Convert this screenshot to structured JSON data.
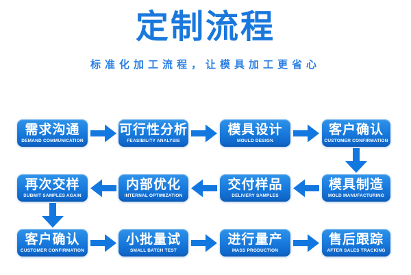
{
  "header": {
    "title": "定制流程",
    "subtitle": "标准化加工流程，让模具加工更省心"
  },
  "colors": {
    "accent": "#1a78dd",
    "subtitle": "#2b80e3",
    "box_gradient_top": "#2f93e9",
    "box_gradient_mid": "#1778dc",
    "box_gradient_bottom": "#0d61c2",
    "arrow": "#1377e0",
    "box_text": "#ffffff",
    "background": "#ffffff"
  },
  "icons": {
    "right_arrow": "block-arrow-right",
    "left_arrow": "block-arrow-left",
    "down_arrow": "block-arrow-down"
  },
  "flow": {
    "rows": [
      {
        "direction": "right",
        "steps": [
          {
            "zh": "需求沟通",
            "en": "DEMAND COMMUNICATION"
          },
          {
            "zh": "可行性分析",
            "en": "FEASIBILITY ANALYSIS"
          },
          {
            "zh": "模具设计",
            "en": "MOULD DESIGN"
          },
          {
            "zh": "客户确认",
            "en": "CUSTOMER CONFIRMATION"
          }
        ]
      },
      {
        "direction": "left",
        "steps": [
          {
            "zh": "再次交样",
            "en": "SUBMIT SAMPLES AGAIN"
          },
          {
            "zh": "内部优化",
            "en": "INTERNAL OPTIMIZATION"
          },
          {
            "zh": "交付样品",
            "en": "DELIVERY SAMPLES"
          },
          {
            "zh": "模具制造",
            "en": "MOLD MANUFACTURING"
          }
        ]
      },
      {
        "direction": "right",
        "steps": [
          {
            "zh": "客户确认",
            "en": "CUSTOMER CONFIRMATION"
          },
          {
            "zh": "小批量试",
            "en": "SMALL BATCH TEST"
          },
          {
            "zh": "进行量产",
            "en": "MASS PRODUCTION"
          },
          {
            "zh": "售后跟踪",
            "en": "AFTER SALES TRACKING"
          }
        ]
      }
    ]
  }
}
